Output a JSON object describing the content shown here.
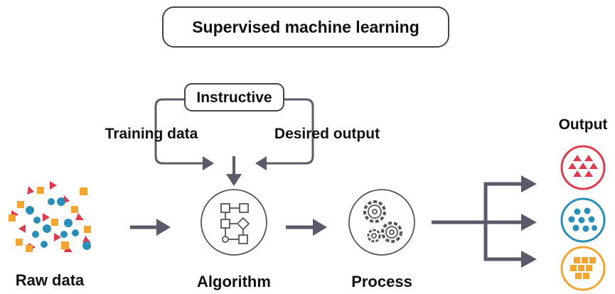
{
  "title": "Supervised machine learning",
  "instructive": {
    "label": "Instructive",
    "left_label": "Training data",
    "right_label": "Desired output"
  },
  "stages": {
    "raw_data": "Raw data",
    "algorithm": "Algorithm",
    "process": "Process"
  },
  "output": {
    "label": "Output",
    "groups": [
      {
        "name": "triangles",
        "color": "#e03a4e"
      },
      {
        "name": "circles",
        "color": "#2a8fb8"
      },
      {
        "name": "squares",
        "color": "#f2a531"
      }
    ]
  },
  "colors": {
    "arrow": "#5b5a6b",
    "box_border": "#444444",
    "icon_stroke": "#555555",
    "red": "#e03a4e",
    "blue": "#2a8fb8",
    "orange": "#f2a531"
  }
}
